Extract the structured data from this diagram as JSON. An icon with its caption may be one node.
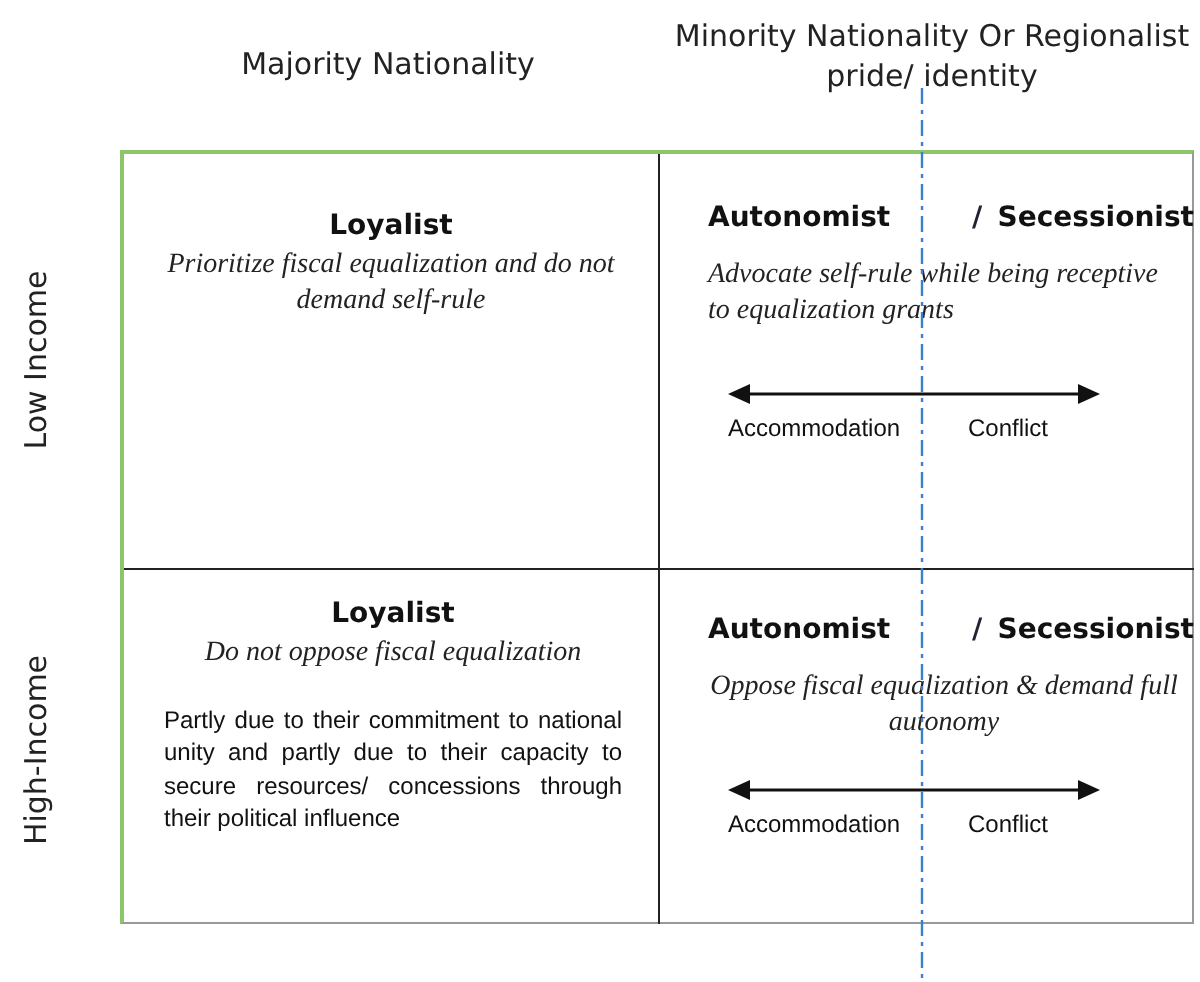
{
  "diagram": {
    "nodes": [
      {
        "text": [
          "Loyalist",
          "Prioritize fiscal equalization and do not demand self-rule"
        ]
      },
      {
        "text": [
          "Autonomist",
          "/",
          "Secessionist",
          "Advocate self-rule while being receptive to equalization grants",
          "Accommodation",
          "Conflict"
        ]
      },
      {
        "text": [
          "Loyalist",
          "Do not oppose fiscal equalization",
          "Partly due to their commitment to national unity and partly due to their capacity to secure resources/ concessions through their political influence"
        ]
      },
      {
        "text": [
          "Autonomist",
          "/",
          "Secessionist",
          "Oppose fiscal equalization & demand full autonomy",
          "Accommodation",
          "Conflict"
        ]
      }
    ],
    "edges": [],
    "labels": [
      "Majority Nationality",
      "Minority Nationality Or Regionalist pride/ identity",
      "Low Income",
      "High-Income"
    ]
  }
}
